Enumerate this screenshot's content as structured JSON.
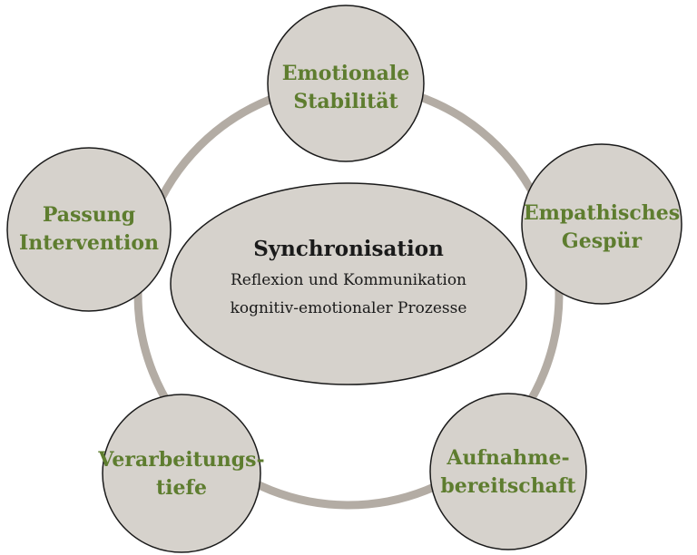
{
  "colors": {
    "ring": "#b3aca4",
    "node_fill": "#d6d2cc",
    "node_stroke": "#1a1a1a",
    "node_text": "#5e7d2f",
    "center_text": "#1a1a1a"
  },
  "center": {
    "title": "Synchronisation",
    "line1": "Reflexion und Kommunikation",
    "line2": "kognitiv-emotionaler Prozesse"
  },
  "nodes": [
    {
      "id": "emotionale-stabilitaet",
      "line1": "Emotionale",
      "line2": "Stabilität"
    },
    {
      "id": "empathisches-gespuer",
      "line1": "Empathisches",
      "line2": "Gespür"
    },
    {
      "id": "aufnahmebereitschaft",
      "line1": "Aufnahme-",
      "line2": "bereitschaft"
    },
    {
      "id": "verarbeitungstiefe",
      "line1": "Verarbeitungs-",
      "line2": "tiefe"
    },
    {
      "id": "passung-intervention",
      "line1": "Passung",
      "line2": "Intervention"
    }
  ]
}
